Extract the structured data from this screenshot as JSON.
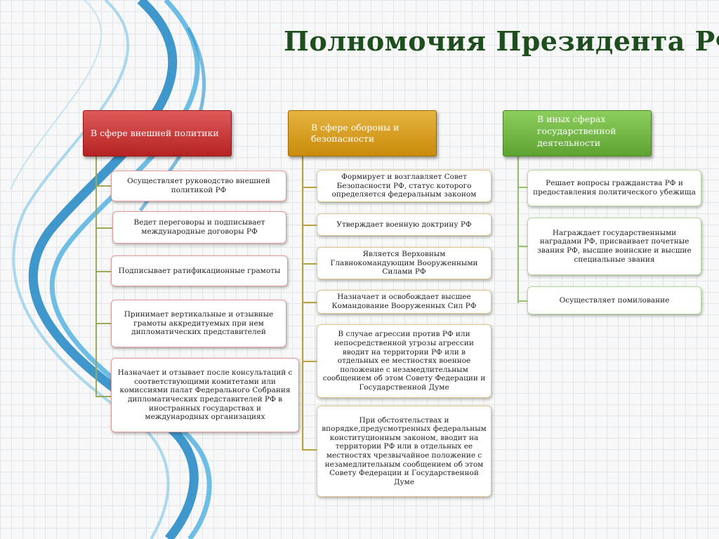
{
  "title": "Полномочия Президента РФ",
  "columns": [
    {
      "header": "В сфере внешней политики",
      "items": [
        "Осуществляет руководство внешней политикой РФ",
        "Ведет переговоры и подписывает международные договоры РФ",
        "Подписывает ратификационные грамоты",
        "Принимает вертикальные и отзывные грамоты аккредитуемых при нем дипломатических представителей",
        "Назначает и отзывает после консультаций с соответствующими комитетами или комиссиями палат Федерального Собрания дипломатических представителей РФ в иностранных государствах и международных организациях"
      ]
    },
    {
      "header": "В сфере обороны и безопасности",
      "items": [
        "Формирует и возглавляет Совет Безопасности РФ, статус которого определяется федеральным законом",
        "Утверждает военную доктрину РФ",
        "Является Верховным Главнокомандующим Вооруженными Силами РФ",
        "Назначает и освобождает высшее Командование Вооруженных Сил РФ",
        "В случае агрессии против РФ или непосредственной угрозы агрессии вводит на территории РФ или в отдельных ее местностях военное положение с незамедлительным сообщением об этом Совету Федерации и Государственной Думе",
        "При обстоятельствах и впорядке,предусмотренных федеральным конституционным законом, вводит на территории РФ или в отдельных ее местностях чрезвычайное положение с незамедлительным сообщением об этом Совету Федерации и Государственной Думе"
      ]
    },
    {
      "header": "В иных сферах государственной деятельности",
      "items": [
        "Решает вопросы гражданства РФ и предоставления политического убежища",
        "Награждает государственными наградами РФ, присваивает почетные звания РФ, высшие  воинские и высшие специальные звания",
        "Осуществляет помилование"
      ]
    }
  ],
  "colors": {
    "col1": "#c0292b",
    "col2": "#d79c1a",
    "col3": "#6cb33e",
    "title": "#1e4d1e"
  }
}
